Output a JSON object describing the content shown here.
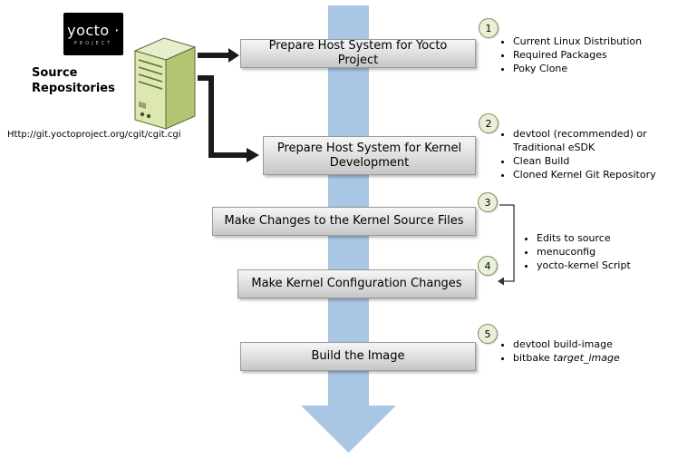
{
  "appearance": {
    "flow_arrow_blue": "#a9c6e4",
    "box_gradient_top": "#f6f6f6",
    "box_gradient_bottom": "#c6c6c6",
    "circle_fill": "#e9efd8",
    "circle_border": "#7d8f53",
    "server_front_green": "#dce8b0",
    "server_side_green": "#b3c472",
    "connector_black": "#1a1a1a"
  },
  "logo": {
    "wordmark": "yocto ·",
    "subtext": "PROJECT"
  },
  "source": {
    "title_line1": "Source",
    "title_line2": "Repositories",
    "url": "Http://git.yoctoproject.org/cgit/cgit.cgi"
  },
  "steps": [
    {
      "num": "1",
      "label": "Prepare Host System for Yocto Project",
      "bullets": [
        "Current Linux Distribution",
        "Required Packages",
        "Poky Clone"
      ]
    },
    {
      "num": "2",
      "label": "Prepare Host System for Kernel Development",
      "bullets": [
        "devtool (recommended) or Traditional eSDK",
        "Clean Build",
        "Cloned Kernel Git Repository"
      ]
    },
    {
      "num": "3",
      "label": "Make Changes to the Kernel Source Files",
      "bullets": []
    },
    {
      "num": "4",
      "label": "Make Kernel Configuration Changes",
      "bullets": []
    },
    {
      "num": "5",
      "label": "Build the Image",
      "bullets": [
        "devtool build-image",
        {
          "pre": "bitbake ",
          "italic": "target_image"
        }
      ]
    }
  ],
  "shared_bullets": {
    "applies_to_steps": "3-4",
    "items": [
      "Edits to source",
      "menuconfig",
      "yocto-kernel Script"
    ]
  }
}
